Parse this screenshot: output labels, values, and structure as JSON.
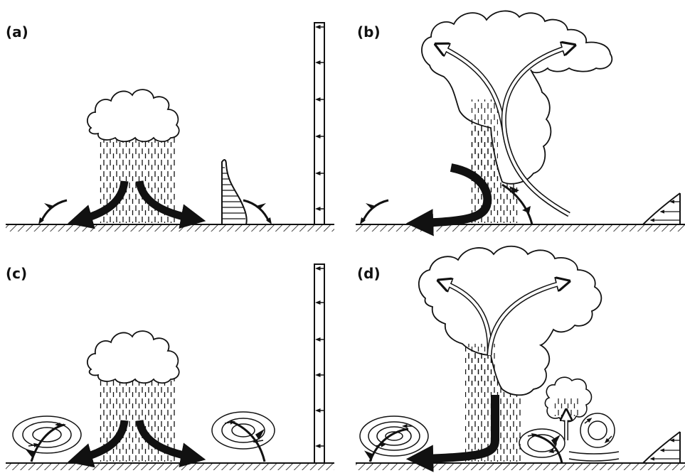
{
  "panels": [
    {
      "id": "a",
      "label": "(a)"
    },
    {
      "id": "b",
      "label": "(b)"
    },
    {
      "id": "c",
      "label": "(c)"
    },
    {
      "id": "d",
      "label": "(d)"
    }
  ],
  "colors": {
    "ink": "#111111",
    "background": "#ffffff"
  }
}
